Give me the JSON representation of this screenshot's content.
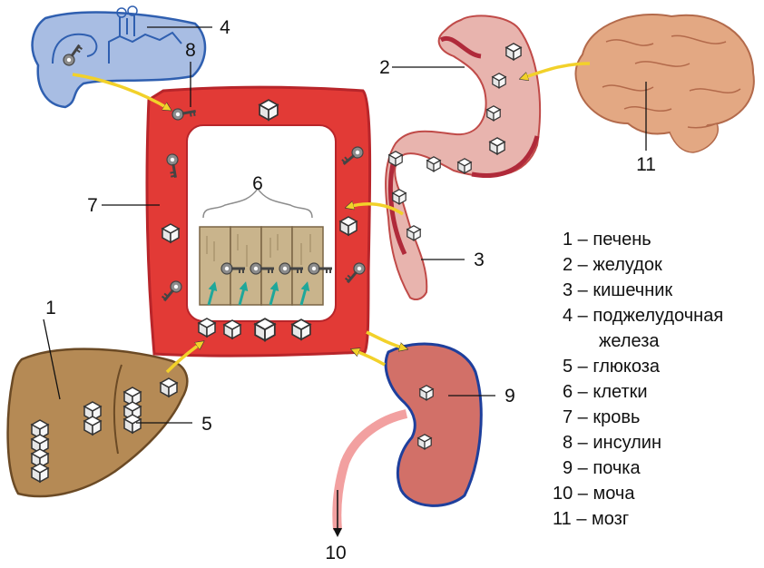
{
  "diagram": {
    "labels": {
      "liver": "1",
      "stomach": "2",
      "intestine": "3",
      "pancreas": "4",
      "glucose": "5",
      "cells": "6",
      "blood": "7",
      "insulin": "8",
      "kidney": "9",
      "urine": "10",
      "brain": "11"
    },
    "legend": [
      "1 – печень",
      "2 – желудок",
      "3 – кишечник",
      "4 – поджелудочная",
      "железа",
      "5 – глюкоза",
      "6 – клетки",
      "7 – кровь",
      "8 – инсулин",
      "9 – почка",
      "10 – моча",
      "11 – мозг"
    ]
  },
  "colors": {
    "blood": "#e23a36",
    "blood_dark": "#b8252a",
    "liver": "#b58a55",
    "cells": "#c9b48c",
    "stomach": "#e8b4ae",
    "kidney": "#d27068",
    "pancreas": "#a8bde3",
    "brain": "#e3a883",
    "arrow": "#f2d12a",
    "insulin": "#8c8c8c",
    "transport_arrow": "#1ea79a"
  }
}
